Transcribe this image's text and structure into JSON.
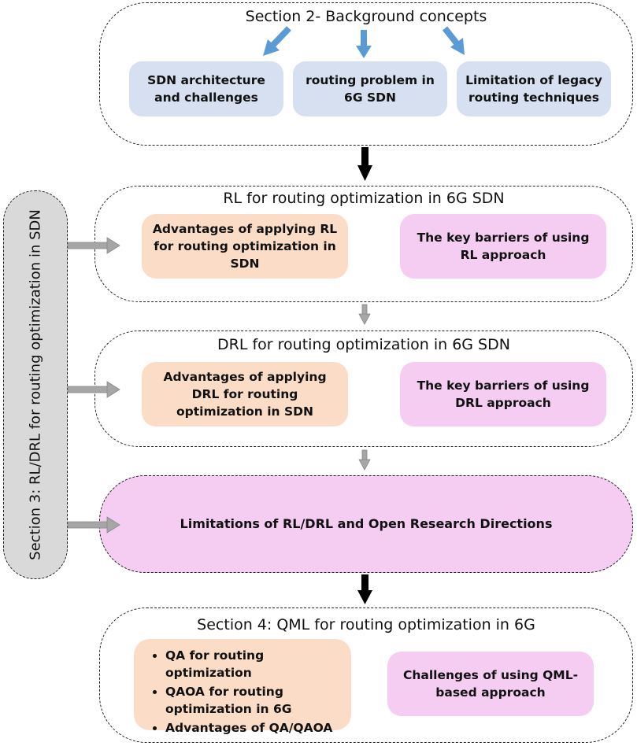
{
  "section2": {
    "title": "Section 2- Background concepts",
    "boxes": [
      "SDN architecture and challenges",
      "routing problem in 6G SDN",
      "Limitation of legacy routing techniques"
    ]
  },
  "rl": {
    "title": "RL for routing optimization in 6G SDN",
    "advantages": "Advantages of applying RL for routing optimization in SDN",
    "barriers": "The key barriers of using RL approach"
  },
  "drl": {
    "title": "DRL for routing optimization in 6G SDN",
    "advantages": "Advantages of applying DRL for routing optimization in SDN",
    "barriers": "The key barriers of using DRL approach"
  },
  "limitations": "Limitations of RL/DRL and Open Research Directions",
  "section3_label": "Section 3: RL/DRL for routing optimization in SDN",
  "section4": {
    "title": "Section 4: QML for routing optimization in 6G",
    "bullets": [
      "QA for routing optimization",
      "QAOA for routing optimization in 6G",
      "Advantages of QA/QAOA"
    ],
    "challenges": "Challenges of using QML-based approach"
  },
  "colors": {
    "blue_box": "#d6e0f0",
    "peach_box": "#fbdcc6",
    "pink_box": "#f5cdf3",
    "side_bar": "#d9d9d9",
    "blue_arrow": "#5b9bd5",
    "gray_arrow": "#a6a6a6"
  }
}
